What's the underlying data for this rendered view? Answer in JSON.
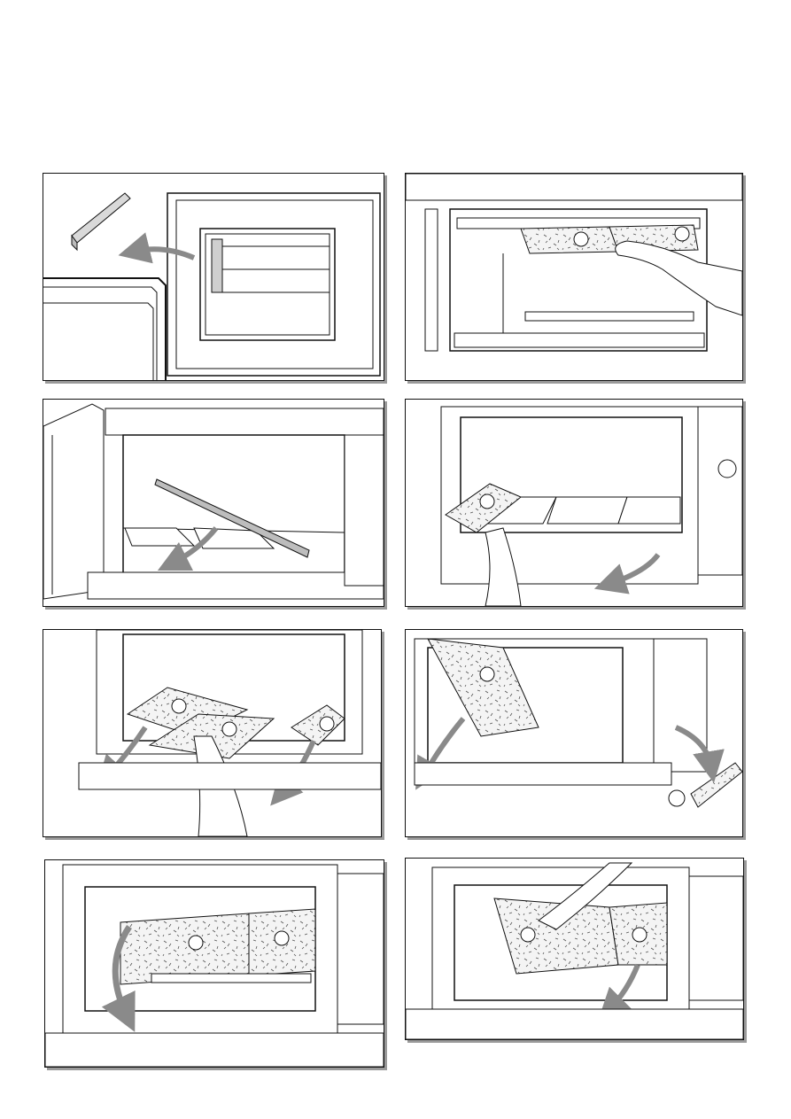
{
  "page": {
    "description_text": "",
    "panels": [
      {
        "id": "step-1",
        "label": ""
      },
      {
        "id": "step-2",
        "label": ""
      },
      {
        "id": "step-3",
        "label": ""
      },
      {
        "id": "step-4",
        "label": ""
      },
      {
        "id": "step-5",
        "label": ""
      },
      {
        "id": "step-6",
        "label": ""
      },
      {
        "id": "step-7",
        "label": ""
      },
      {
        "id": "step-8",
        "label": ""
      }
    ]
  },
  "colors": {
    "line": "#111111",
    "arrow": "#8a8a8a",
    "panel_shadow": "#9a9a9a",
    "brick_fill": "#f2f2f2"
  }
}
